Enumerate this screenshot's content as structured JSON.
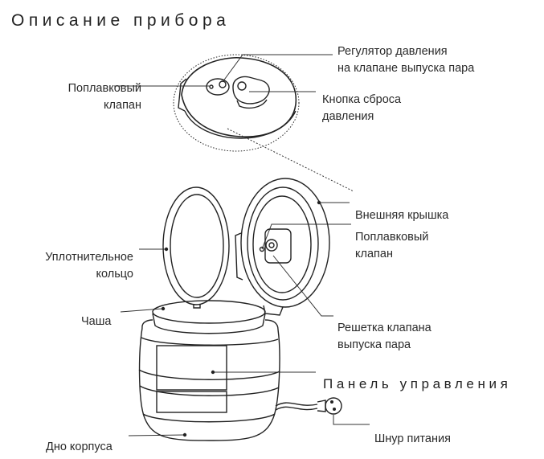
{
  "title": "Описание прибора",
  "labels": {
    "pressure_regulator": [
      "Регулятор давления",
      "на клапане выпуска пара"
    ],
    "float_valve_top": [
      "Поплавковый",
      "клапан"
    ],
    "release_button": [
      "Кнопка сброса",
      "давления"
    ],
    "outer_lid": "Внешняя крышка",
    "float_valve_lid": [
      "Поплавковый",
      "клапан"
    ],
    "sealing_ring": [
      "Уплотнительное",
      "кольцо"
    ],
    "bowl": "Чаша",
    "valve_grid": [
      "Решетка клапана",
      "выпуска пара"
    ],
    "control_panel": "Панель управления",
    "power_cord": "Шнур питания",
    "base": "Дно корпуса"
  }
}
